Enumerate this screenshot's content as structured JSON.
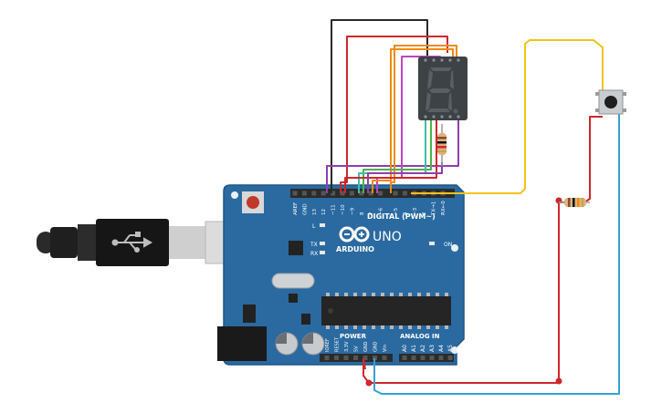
{
  "board": {
    "brand": "ARDUINO",
    "model": "UNO",
    "digital_label": "DIGITAL (PWM~)",
    "power_label": "POWER",
    "analog_label": "ANALOG IN",
    "on_label": "ON",
    "l_label": "L",
    "tx_label": "TX",
    "rx_label": "RX",
    "digital_pins": [
      "AREF",
      "GND",
      "13",
      "12",
      "~11",
      "~10",
      "~9",
      "8",
      "7",
      "~6",
      "~5",
      "4",
      "~3",
      "2",
      "TX→1",
      "RX←0"
    ],
    "power_pins": [
      "IOREF",
      "RESET",
      "3.3V",
      "5V",
      "GND",
      "GND",
      "Vin"
    ],
    "analog_pins": [
      "A0",
      "A1",
      "A2",
      "A3",
      "A4",
      "A5"
    ]
  },
  "display": {
    "digit": "8."
  },
  "colors": {
    "board": "#2a6aa0",
    "board_edge": "#1f5583",
    "header": "#2b2b2b",
    "wire_red": "#d0262c",
    "wire_black": "#2a2a2a",
    "wire_orange": "#f28a12",
    "wire_purple": "#8e3fb0",
    "wire_magenta": "#c043c7",
    "wire_green": "#4db24a",
    "wire_teal": "#3fbfa4",
    "wire_yellow": "#f2c21b",
    "wire_blue": "#35a1d3",
    "segment": "#5a5f63",
    "display_body": "#3d4246"
  }
}
